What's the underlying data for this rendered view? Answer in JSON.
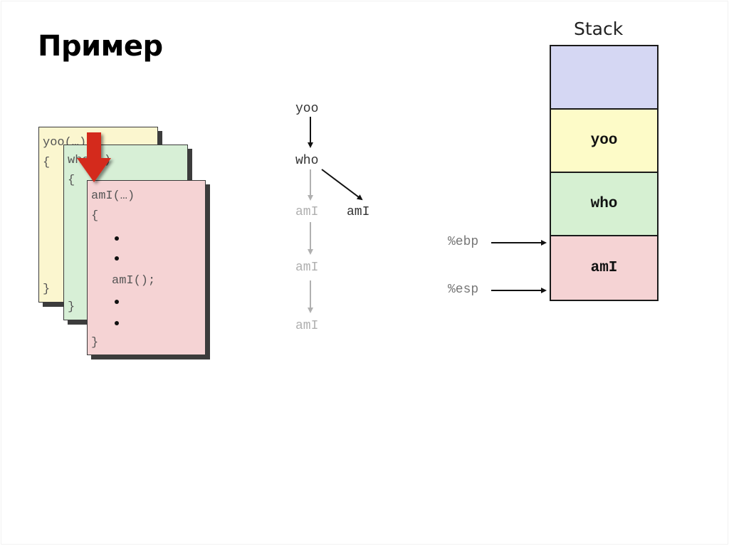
{
  "slide": {
    "title": "Пример"
  },
  "code_frames": [
    {
      "name": "yoo",
      "color": "#fbf6cf",
      "lines": [
        "yoo(…)",
        "{",
        "}"
      ]
    },
    {
      "name": "who",
      "color": "#d7efd6",
      "lines": [
        "who(…)",
        "{",
        "}"
      ]
    },
    {
      "name": "amI",
      "color": "#f5d3d4",
      "lines": [
        "amI(…)",
        "{",
        "amI();",
        "}"
      ],
      "bullet_count": 4
    }
  ],
  "current_frame_indicator": {
    "color": "#d42a1a",
    "points_to": "amI"
  },
  "call_tree": {
    "nodes": [
      {
        "label": "yoo",
        "state": "active"
      },
      {
        "label": "who",
        "state": "active"
      },
      {
        "label": "amI",
        "state": "inactive"
      },
      {
        "label": "amI",
        "state": "active"
      },
      {
        "label": "amI",
        "state": "inactive"
      },
      {
        "label": "amI",
        "state": "inactive"
      }
    ],
    "active_color": "#333333",
    "inactive_color": "#b0b0b0"
  },
  "stack": {
    "title": "Stack",
    "frames": [
      {
        "label": "",
        "color": "#d5d7f3"
      },
      {
        "label": "yoo",
        "color": "#fdfbc8"
      },
      {
        "label": "who",
        "color": "#d6f0d2"
      },
      {
        "label": "amI",
        "color": "#f5d3d4"
      }
    ],
    "registers": [
      {
        "label": "%ebp",
        "points_to": "amI frame top"
      },
      {
        "label": "%esp",
        "points_to": "amI frame bottom"
      }
    ]
  }
}
